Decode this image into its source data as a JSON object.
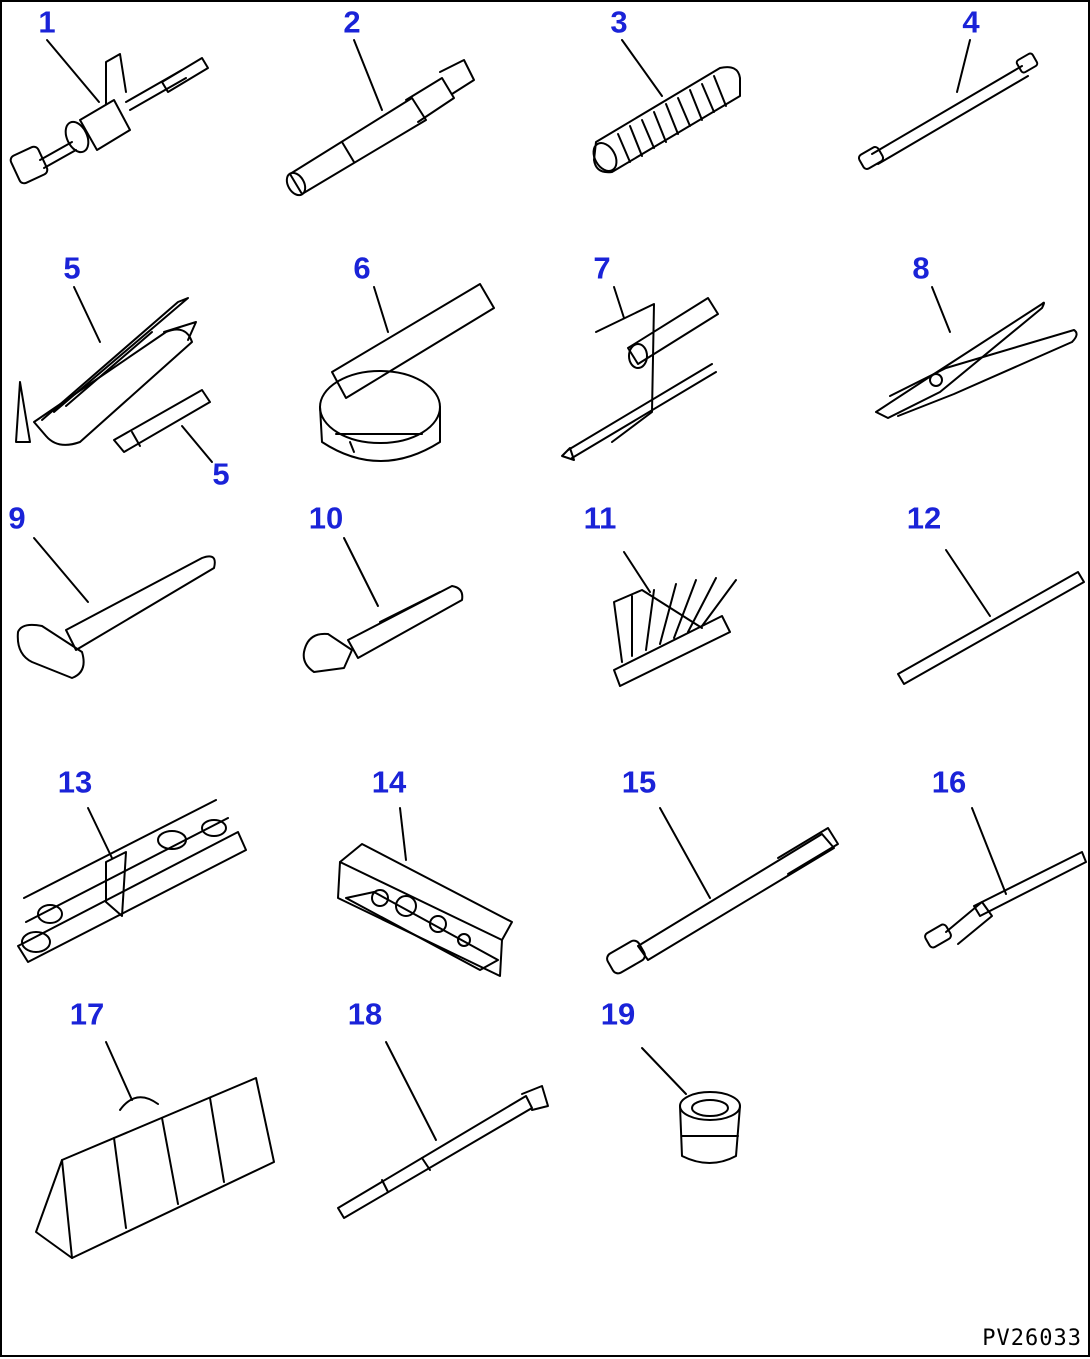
{
  "items": [
    {
      "label": "1",
      "icon": "slide-hammer-puller-icon"
    },
    {
      "label": "2",
      "icon": "grease-pump-icon"
    },
    {
      "label": "3",
      "icon": "hose-icon"
    },
    {
      "label": "4",
      "icon": "extension-bar-icon"
    },
    {
      "label": "5",
      "icon": "grease-gun-icon"
    },
    {
      "label": "5",
      "icon": "nozzle-icon"
    },
    {
      "label": "6",
      "icon": "filter-wrench-icon"
    },
    {
      "label": "7",
      "icon": "screwdriver-icon"
    },
    {
      "label": "8",
      "icon": "pliers-icon"
    },
    {
      "label": "9",
      "icon": "hammer-icon"
    },
    {
      "label": "10",
      "icon": "adjustable-wrench-icon"
    },
    {
      "label": "11",
      "icon": "feeler-gauge-icon"
    },
    {
      "label": "12",
      "icon": "bar-icon"
    },
    {
      "label": "13",
      "icon": "wrench-set-icon"
    },
    {
      "label": "14",
      "icon": "socket-set-case-icon"
    },
    {
      "label": "15",
      "icon": "socket-wrench-icon"
    },
    {
      "label": "16",
      "icon": "spinner-handle-icon"
    },
    {
      "label": "17",
      "icon": "tool-bag-icon"
    },
    {
      "label": "18",
      "icon": "tire-gauge-icon"
    },
    {
      "label": "19",
      "icon": "socket-icon"
    }
  ],
  "drawing_code": "PV26033"
}
